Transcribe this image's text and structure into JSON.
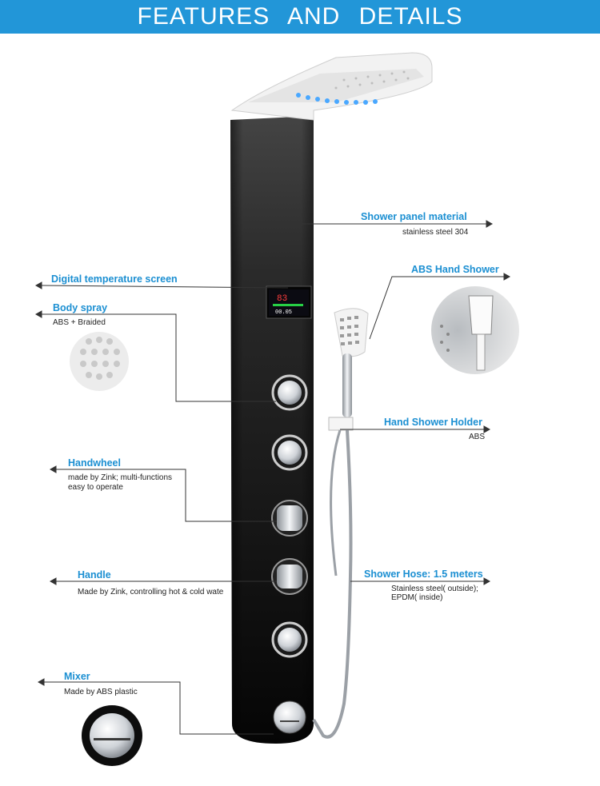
{
  "header": {
    "title": "FEATURES AND DETAILS"
  },
  "screen": {
    "temperature": "83",
    "time": "00.05"
  },
  "features": {
    "shower_panel": {
      "title": "Shower panel material",
      "desc": [
        "stainless steel 304"
      ]
    },
    "abs_hand_shower": {
      "title": "ABS Hand Shower",
      "desc": []
    },
    "digital_screen": {
      "title": "Digital temperature screen",
      "desc": []
    },
    "body_spray": {
      "title": "Body spray",
      "desc": [
        "ABS + Braided"
      ]
    },
    "hand_shower_holder": {
      "title": "Hand Shower Holder",
      "desc": [
        "ABS"
      ]
    },
    "handwheel": {
      "title": "Handwheel",
      "desc": [
        "made by Zink;  multi-functions",
        "easy to operate"
      ]
    },
    "handle": {
      "title": "Handle",
      "desc": [
        "Made by Zink, controlling hot & cold wate"
      ]
    },
    "shower_hose": {
      "title": "Shower Hose: 1.5 meters",
      "desc": [
        "Stainless steel( outside);",
        "EPDM( inside)"
      ]
    },
    "mixer": {
      "title": "Mixer",
      "desc": [
        "Made by ABS plastic"
      ]
    }
  },
  "colors": {
    "header_bg": "#2296d8",
    "title_text": "#1b8fd2",
    "panel": "#111111",
    "led": "#4aa8ff"
  }
}
